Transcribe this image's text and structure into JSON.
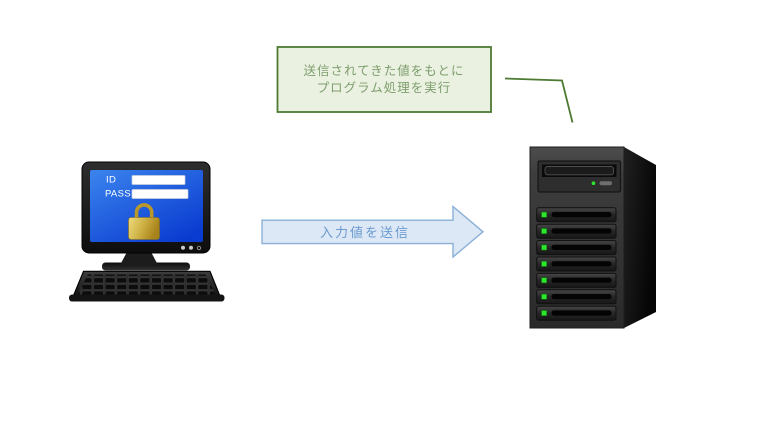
{
  "diagram": {
    "title": "login-form-to-server-processing-diagram",
    "background_color": "#ffffff",
    "callout": {
      "line1": "送信されてきた値をもとに",
      "line2": "プログラム処理を実行",
      "bg_color": "#eaf1e1",
      "border_color": "#4c7a33",
      "text_color": "#7e9e6e"
    },
    "arrow": {
      "label": "入力値を送信",
      "direction": "right",
      "fill_color": "#dce8f6",
      "border_color": "#8ab0d8",
      "text_color": "#6b9ad0"
    },
    "client": {
      "id_label": "ID",
      "pass_label": "PASS",
      "screen_color_top": "#3b85ee",
      "screen_color_bottom": "#0a3bd0",
      "lock_color": "#c9ad3a"
    },
    "server": {
      "bay_count": 7,
      "led_color": "#2ee62e"
    }
  }
}
